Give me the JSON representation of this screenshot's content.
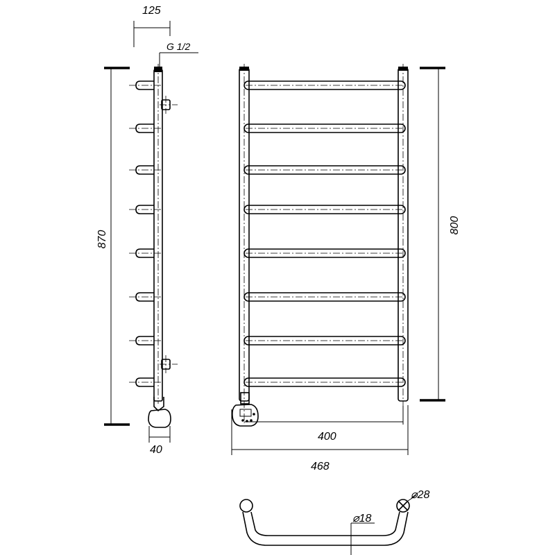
{
  "dimensions": {
    "top_width": "125",
    "thread": "G 1/2",
    "overall_height": "870",
    "bottom_depth": "40",
    "center_height": "800",
    "center_width": "400",
    "overall_width": "468",
    "rung_diameter": "18",
    "upright_diameter": "28"
  },
  "diameter_symbol": "⌀"
}
